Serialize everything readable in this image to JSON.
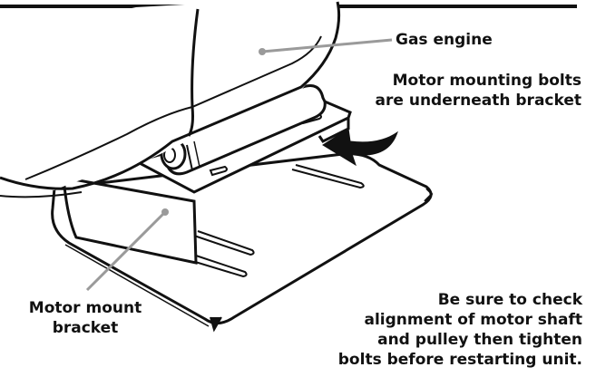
{
  "labels": {
    "gas_engine": "Gas engine",
    "mounting_bolts": [
      "Motor mounting bolts",
      "are underneath bracket"
    ],
    "bracket": [
      "Motor mount",
      "bracket"
    ],
    "note": [
      "Be sure to check",
      "alignment of motor shaft",
      "and pulley then tighten",
      "bolts before restarting unit."
    ]
  },
  "colors": {
    "ink": "#111111",
    "leader": "#9a9a9a",
    "background": "#ffffff"
  }
}
